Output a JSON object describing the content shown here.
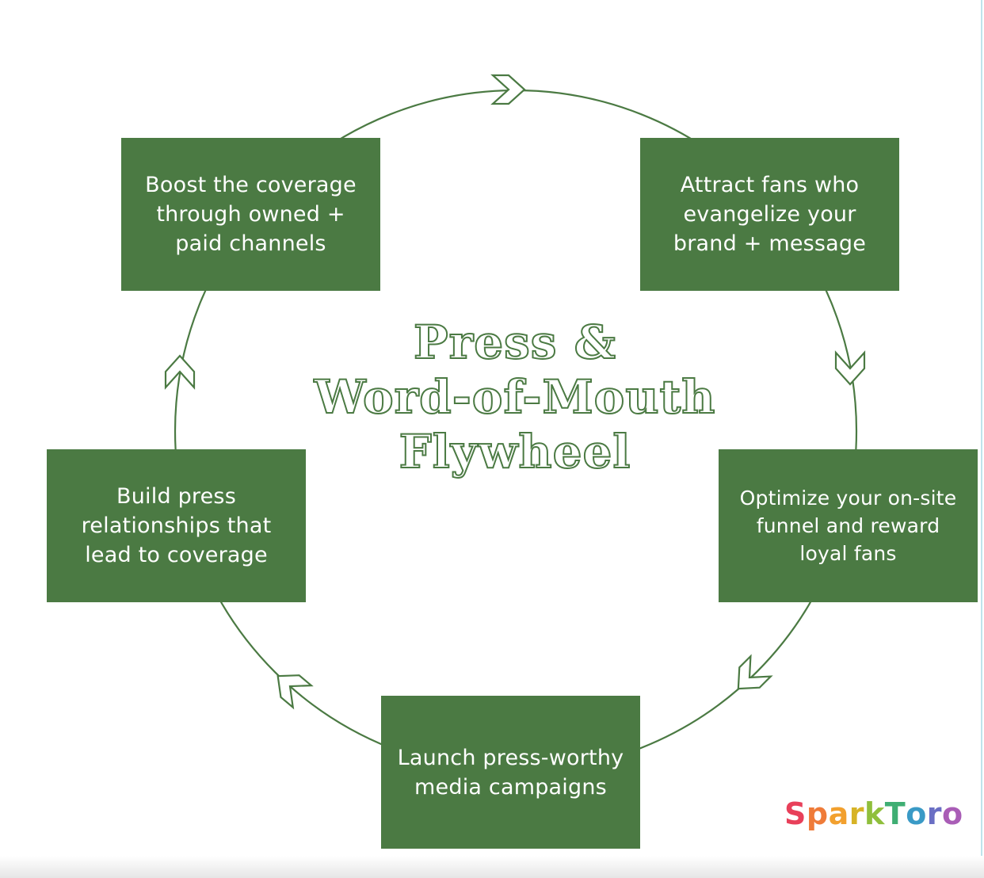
{
  "title": {
    "lines": [
      "Press &",
      "Word-of-Mouth",
      "Flywheel"
    ]
  },
  "steps": [
    "Boost the coverage through owned + paid channels",
    "Attract fans who evangelize your brand + message",
    "Optimize your on-site funnel and reward loyal fans",
    "Launch press-worthy media campaigns",
    "Build press relationships that lead to coverage"
  ],
  "logo": {
    "text": "SparkToro",
    "letter_colors": [
      "#e8405a",
      "#ef7b39",
      "#f2a02e",
      "#d7b326",
      "#8fbf3c",
      "#3fae73",
      "#3a9ac6",
      "#6a6fc4",
      "#a95db6"
    ]
  },
  "colors": {
    "box_fill": "#4b7a43",
    "line": "#4b7a43",
    "box_text": "#ffffff"
  },
  "icons": [
    "chevron-arrow-icon"
  ]
}
